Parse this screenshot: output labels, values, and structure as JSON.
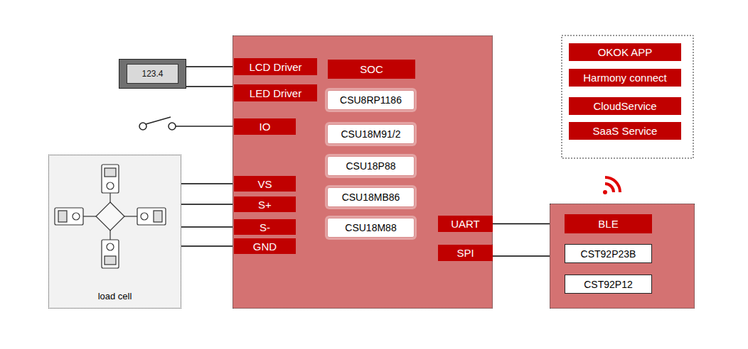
{
  "diagram": {
    "nodes": [
      {
        "text": [
          "123.4"
        ]
      },
      {
        "text": [
          "SOC"
        ]
      },
      {
        "text": [
          "LCD Driver"
        ],
        "in": 1
      },
      {
        "text": [
          "LED Driver"
        ],
        "in": 1
      },
      {
        "text": [
          "IO"
        ],
        "in": 1
      },
      {
        "text": [
          "VS"
        ],
        "in": 1
      },
      {
        "text": [
          "S+"
        ],
        "in": 1
      },
      {
        "text": [
          "S-"
        ],
        "in": 1
      },
      {
        "text": [
          "GND"
        ],
        "in": 1
      },
      {
        "text": [
          "CSU8RP1186"
        ],
        "in": 1
      },
      {
        "text": [
          "CSU18M91/2"
        ],
        "in": 1
      },
      {
        "text": [
          "CSU18P88"
        ],
        "in": 1
      },
      {
        "text": [
          "CSU18MB86"
        ],
        "in": 1
      },
      {
        "text": [
          "CSU18M88"
        ],
        "in": 1
      },
      {
        "text": [
          "UART"
        ],
        "in": 1
      },
      {
        "text": [
          "SPI"
        ],
        "in": 1
      },
      {
        "text": [
          "OKOK APP"
        ]
      },
      {
        "text": [
          "Harmony connect"
        ]
      },
      {
        "text": [
          "CloudService"
        ]
      },
      {
        "text": [
          "SaaS Service"
        ]
      },
      {
        "text": [
          "load cell"
        ]
      },
      {
        "text": [
          "BLE"
        ]
      },
      {
        "text": [
          "CST92P23B"
        ],
        "in": 21
      },
      {
        "text": [
          "CST92P12"
        ],
        "in": 21
      }
    ],
    "edges": [
      {
        "from": 0,
        "to": 2,
        "arrow": "none"
      },
      {
        "from": 0,
        "to": 3,
        "arrow": "none"
      },
      {
        "from": 20,
        "to": 5,
        "arrow": "none"
      },
      {
        "from": 20,
        "to": 6,
        "arrow": "none"
      },
      {
        "from": 20,
        "to": 7,
        "arrow": "none"
      },
      {
        "from": 20,
        "to": 8,
        "arrow": "none"
      },
      {
        "from": 14,
        "to": 21,
        "arrow": "none"
      },
      {
        "from": 15,
        "to": 21,
        "arrow": "none"
      }
    ]
  }
}
